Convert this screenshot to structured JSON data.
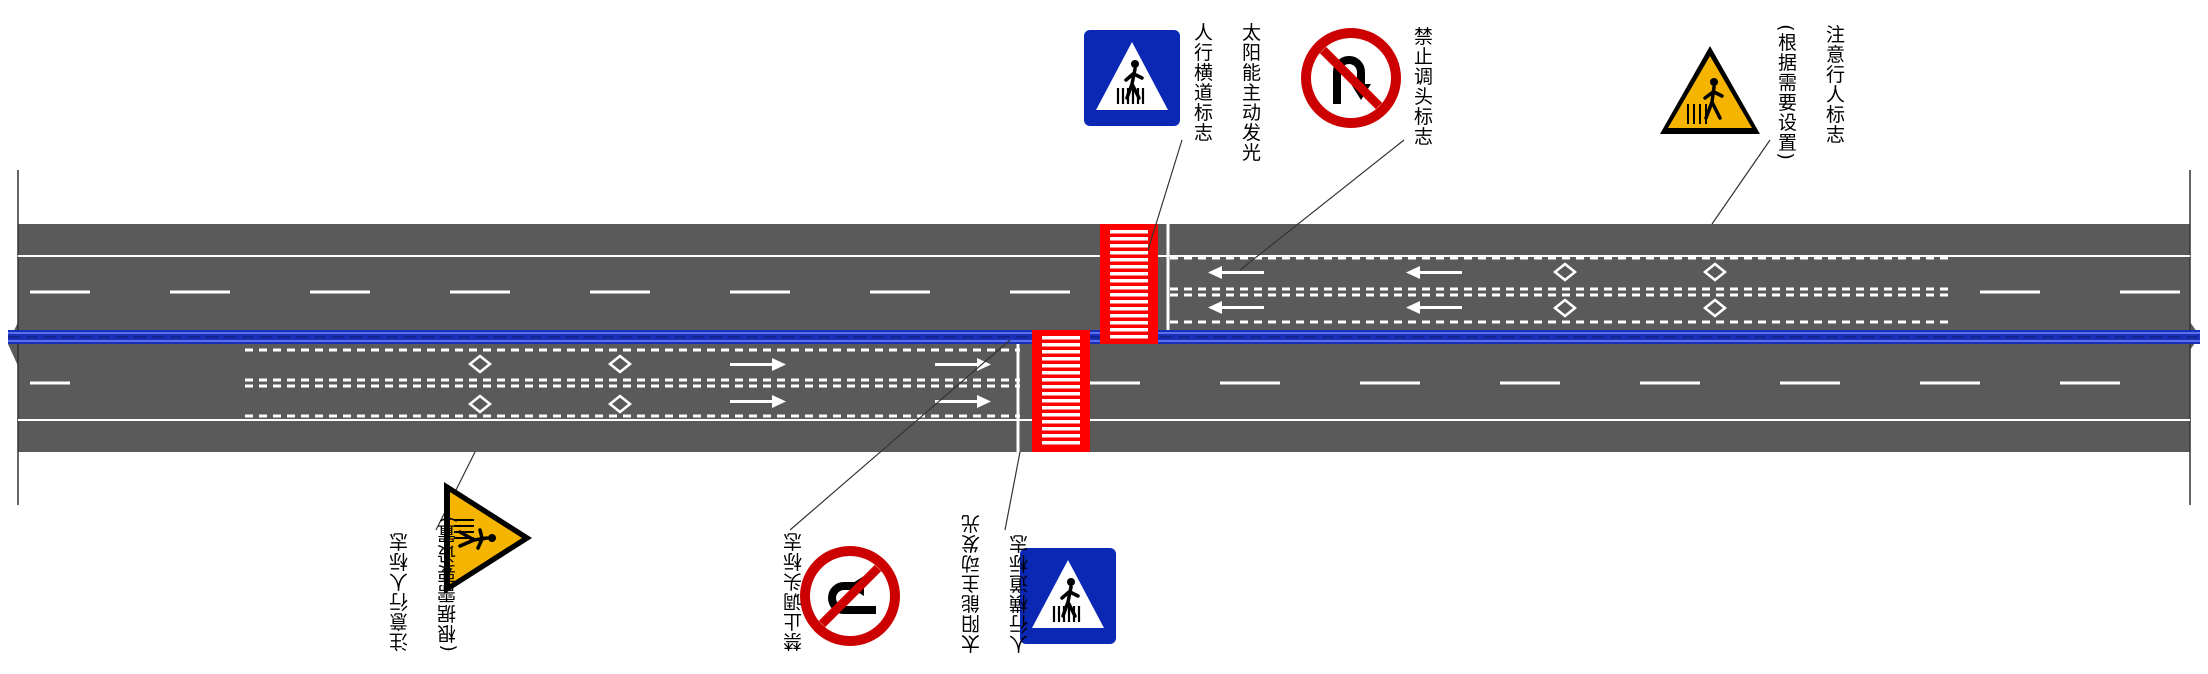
{
  "signs": {
    "top_crossing": {
      "lines": [
        "太阳能主动发光",
        "人行横道标志"
      ],
      "icon": "pedestrian-crossing-icon"
    },
    "top_no_uturn": {
      "lines": [
        "禁止调头标志"
      ],
      "icon": "no-u-turn-icon"
    },
    "top_warning": {
      "lines": [
        "注意行人标志",
        "(根据需要设置)"
      ],
      "icon": "pedestrian-warning-icon"
    },
    "bottom_warning": {
      "lines": [
        "注意行人标志",
        "(根据需要设置)"
      ],
      "icon": "pedestrian-warning-icon"
    },
    "bottom_no_uturn": {
      "lines": [
        "禁止调头标志"
      ],
      "icon": "no-u-turn-icon"
    },
    "bottom_crossing": {
      "lines": [
        "太阳能主动发光",
        "人行横道标志"
      ],
      "icon": "pedestrian-crossing-icon"
    }
  },
  "colors": {
    "road": "#5a5a5a",
    "marking": "#ffffff",
    "crosswalk": "#ff0000",
    "median": "#1a2fb8",
    "sign_blue": "#0a28b4",
    "sign_red": "#cc0000",
    "sign_yellow": "#f5b400"
  }
}
